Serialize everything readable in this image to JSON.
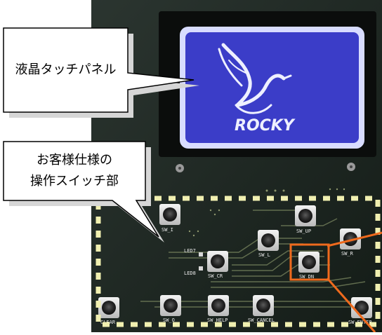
{
  "callouts": {
    "lcd": {
      "text": "液晶タッチパネル"
    },
    "switches": {
      "line1": "お客様仕様の",
      "line2": "操作スイッチ部"
    }
  },
  "lcd_screen": {
    "logo_text": "ROCKY",
    "screen_color": "#3b3dc8",
    "border_color": "#d8dcff"
  },
  "board": {
    "pcb_color": "#1f2a22",
    "dash_color": "#f0efb0",
    "highlight_color": "#ef6a1d"
  },
  "switch_labels": {
    "sw_i": "SW_I",
    "sw_up": "SW_UP",
    "sw_l": "SW_L",
    "sw_r": "SW_R",
    "sw_cr": "SW_CR",
    "sw_dn": "SW_DN",
    "sw_clear": "CLEAR",
    "sw_o": "SW_O",
    "sw_help": "SW_HELP",
    "sw_cancel": "SW_CANCEL",
    "sw_enter": "SW_ENTER"
  },
  "led_labels": {
    "led7": "LED7",
    "led8": "LED8"
  }
}
